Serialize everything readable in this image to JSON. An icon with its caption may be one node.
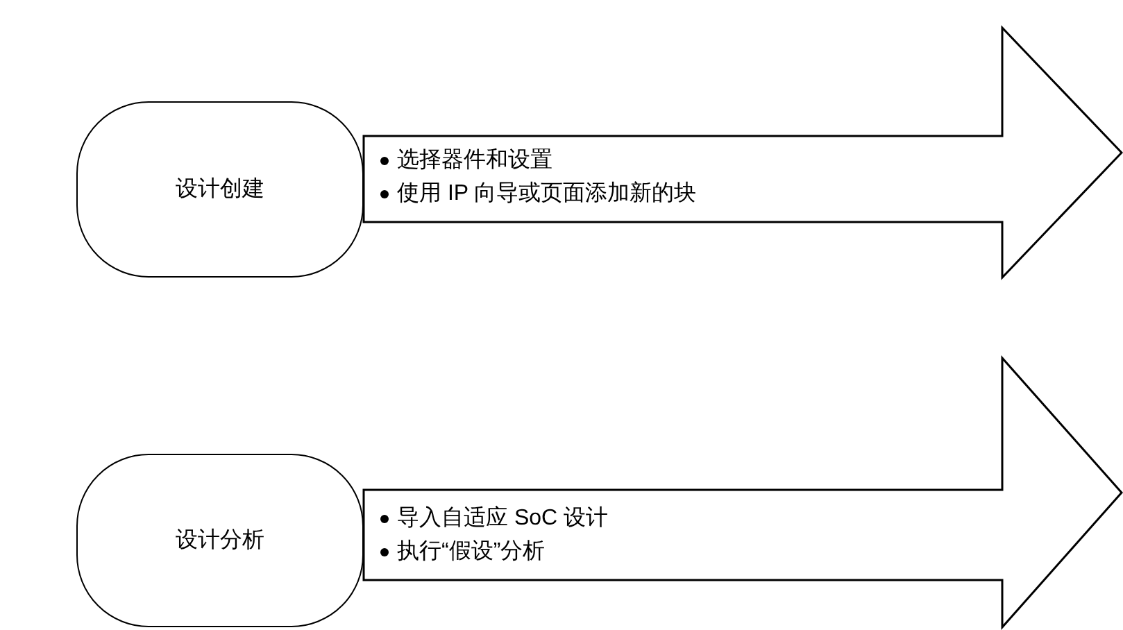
{
  "diagram": {
    "nodes": [
      {
        "text": [
          "设计创建"
        ]
      },
      {
        "text": [
          "选择器件和设置",
          "使用 IP 向导或页面添加新的块"
        ]
      },
      {
        "text": [
          "设计分析"
        ]
      },
      {
        "text": [
          "导入自适应 SoC 设计",
          "执行“假设”分析"
        ]
      }
    ]
  }
}
